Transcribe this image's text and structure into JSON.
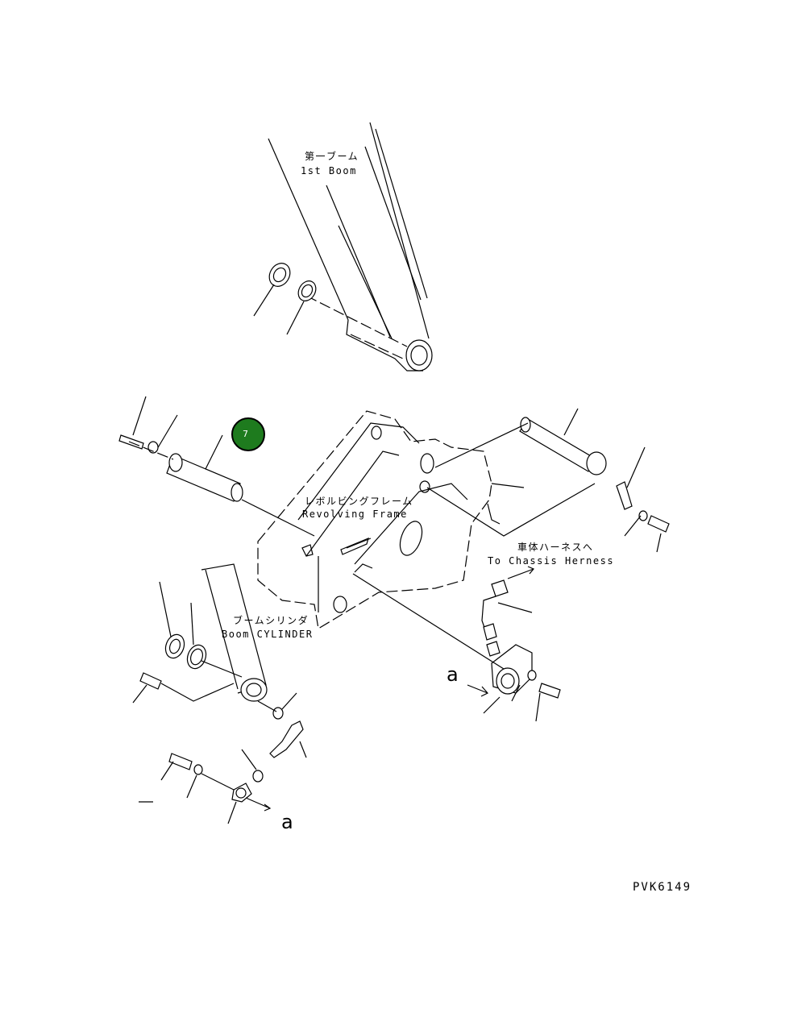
{
  "labels": {
    "first_boom_jp": "第一ブーム",
    "first_boom_en": "1st Boom",
    "revolving_frame_jp": "レボルビングフレーム",
    "revolving_frame_en": "Revolving Frame",
    "chassis_jp": "車体ハーネスへ",
    "chassis_en": "To Chassis Herness",
    "boom_cyl_jp": "ブームシリンダ",
    "boom_cyl_en": "Boom CYLINDER",
    "arrow_a_top": "a",
    "arrow_a_bottom": "a",
    "drawing_code": "PVK6149"
  },
  "callout": {
    "number": "7",
    "color": "#1e7b1e"
  },
  "icons": [
    "boom-pin-part",
    "washer-part",
    "bolt-part",
    "sensor-part",
    "harness-connector-part"
  ]
}
